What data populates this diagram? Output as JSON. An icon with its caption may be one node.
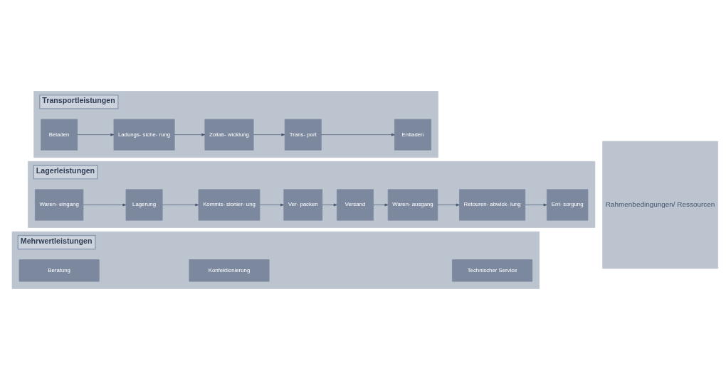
{
  "diagram": {
    "nodes": [
      {
        "text": [
          "Transportleistungen"
        ]
      },
      {
        "text": [
          "Beladen"
        ],
        "in": 0
      },
      {
        "text": [
          "Ladungs- siche- rung"
        ],
        "in": 0
      },
      {
        "text": [
          "Zollab- wicklung"
        ],
        "in": 0
      },
      {
        "text": [
          "Trans- port"
        ],
        "in": 0
      },
      {
        "text": [
          "Entladen"
        ],
        "in": 0
      },
      {
        "text": [
          "Lagerleistungen"
        ]
      },
      {
        "text": [
          "Waren- eingang"
        ],
        "in": 6
      },
      {
        "text": [
          "Lagerung"
        ],
        "in": 6
      },
      {
        "text": [
          "Kommis- sionier- ung"
        ],
        "in": 6
      },
      {
        "text": [
          "Ver- packen"
        ],
        "in": 6
      },
      {
        "text": [
          "Versand"
        ],
        "in": 6
      },
      {
        "text": [
          "Waren- ausgang"
        ],
        "in": 6
      },
      {
        "text": [
          "Retouren- abwick- lung"
        ],
        "in": 6
      },
      {
        "text": [
          "Ent- sorgung"
        ],
        "in": 6
      },
      {
        "text": [
          "Mehrwertleistungen"
        ]
      },
      {
        "text": [
          "Beratung"
        ],
        "in": 15
      },
      {
        "text": [
          "Konfektionierung"
        ],
        "in": 15
      },
      {
        "text": [
          "Technischer Service"
        ],
        "in": 15
      },
      {
        "text": [
          "Rahmenbedingungen/ Ressourcen"
        ]
      }
    ],
    "edges": [
      {
        "from": 1,
        "to": 2,
        "arrow": "to"
      },
      {
        "from": 2,
        "to": 3,
        "arrow": "to"
      },
      {
        "from": 3,
        "to": 4,
        "arrow": "to"
      },
      {
        "from": 4,
        "to": 5,
        "arrow": "to"
      },
      {
        "from": 7,
        "to": 8,
        "arrow": "to"
      },
      {
        "from": 8,
        "to": 9,
        "arrow": "to"
      },
      {
        "from": 9,
        "to": 10,
        "arrow": "to"
      },
      {
        "from": 10,
        "to": 11,
        "arrow": "to"
      },
      {
        "from": 11,
        "to": 12,
        "arrow": "to"
      },
      {
        "from": 12,
        "to": 13,
        "arrow": "to"
      },
      {
        "from": 13,
        "to": 14,
        "arrow": "to"
      }
    ]
  }
}
